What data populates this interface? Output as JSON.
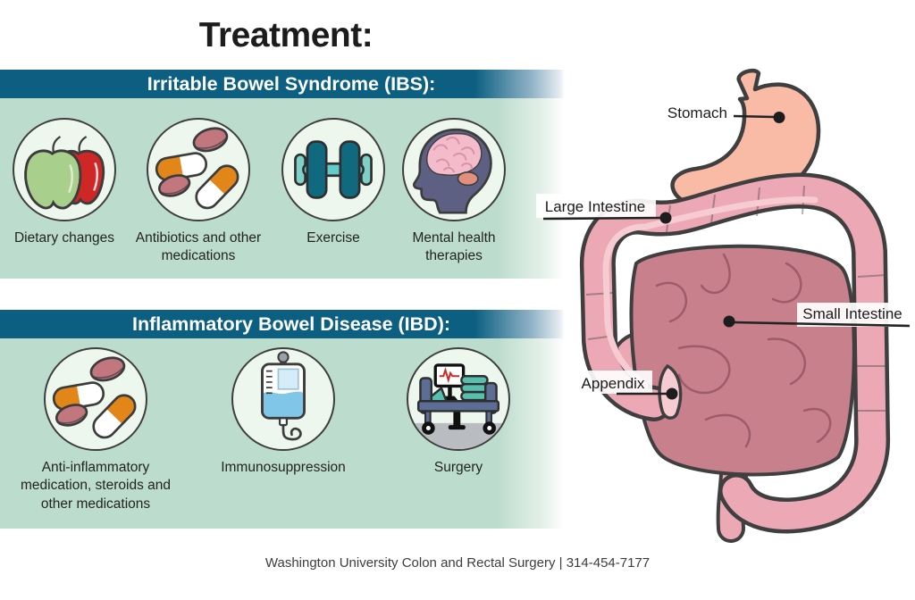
{
  "title": "Treatment:",
  "sections": {
    "ibs": {
      "heading": "Irritable Bowel Syndrome (IBS):",
      "items": [
        {
          "icon": "apples-icon",
          "label": "Dietary changes"
        },
        {
          "icon": "pills-icon",
          "label": "Antibiotics and other medications"
        },
        {
          "icon": "dumbbell-icon",
          "label": "Exercise"
        },
        {
          "icon": "brain-head-icon",
          "label": "Mental health therapies"
        }
      ]
    },
    "ibd": {
      "heading": "Inflammatory Bowel Disease (IBD):",
      "items": [
        {
          "icon": "pills-icon",
          "label": "Anti-inflammatory medication, steroids and other medications"
        },
        {
          "icon": "iv-drip-icon",
          "label": "Immunosuppression"
        },
        {
          "icon": "hospital-bed-icon",
          "label": "Surgery"
        }
      ]
    }
  },
  "anatomy": {
    "labels": {
      "stomach": "Stomach",
      "large_intestine": "Large Intestine",
      "small_intestine": "Small Intestine",
      "appendix": "Appendix"
    }
  },
  "footer": {
    "text": "Washington University Colon and Rectal Surgery  |  314-454-7177"
  },
  "colors": {
    "banner_teal": "#0c5f81",
    "panel_green": "#bcdccd",
    "circle_fill": "#edf7ee",
    "outline_dark": "#3e3e3e",
    "apple_green": "#a9cf8d",
    "apple_red": "#cf2626",
    "capsule_orange": "#e2861a",
    "tablet_mauve": "#c1777d",
    "teal_dark": "#11697f",
    "bar_teal": "#63cbca",
    "teal_light": "#7ed0c9",
    "head_purple": "#5d5f83",
    "brain_pink": "#f4bcca",
    "liquid_blue": "#7fc6e8",
    "bed_blue": "#5d6e96",
    "mattress_teal": "#57bfae",
    "ekg_red": "#cc2b2b",
    "stomach_salmon": "#f9baa6",
    "colon_pink": "#eca9b5",
    "intestine_rose": "#c8808d",
    "band_pink": "#f6cbd2"
  }
}
